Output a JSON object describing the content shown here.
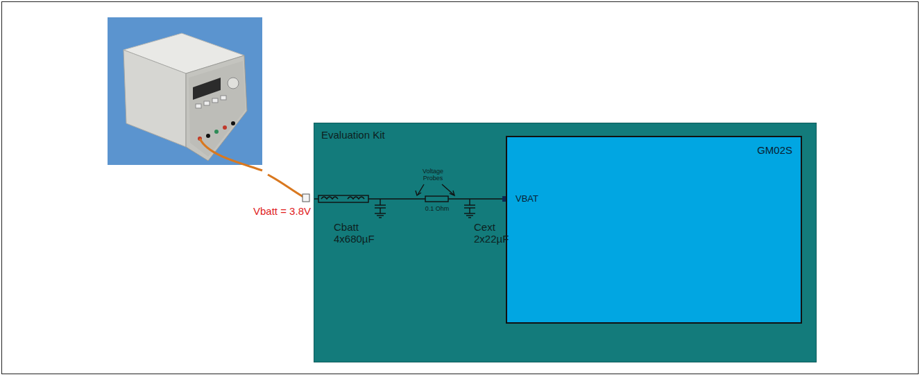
{
  "diagram": {
    "nodes": [
      {
        "text": [
          "Evaluation Kit"
        ]
      },
      {
        "text": [
          "GM02S"
        ],
        "in": 0
      }
    ],
    "labels": [
      "Vbatt = 3.8V",
      "Cbatt 4x680µF",
      "Voltage Probes",
      "0.1 Ohm",
      "Cext 2x22µF",
      "VBAT"
    ]
  }
}
